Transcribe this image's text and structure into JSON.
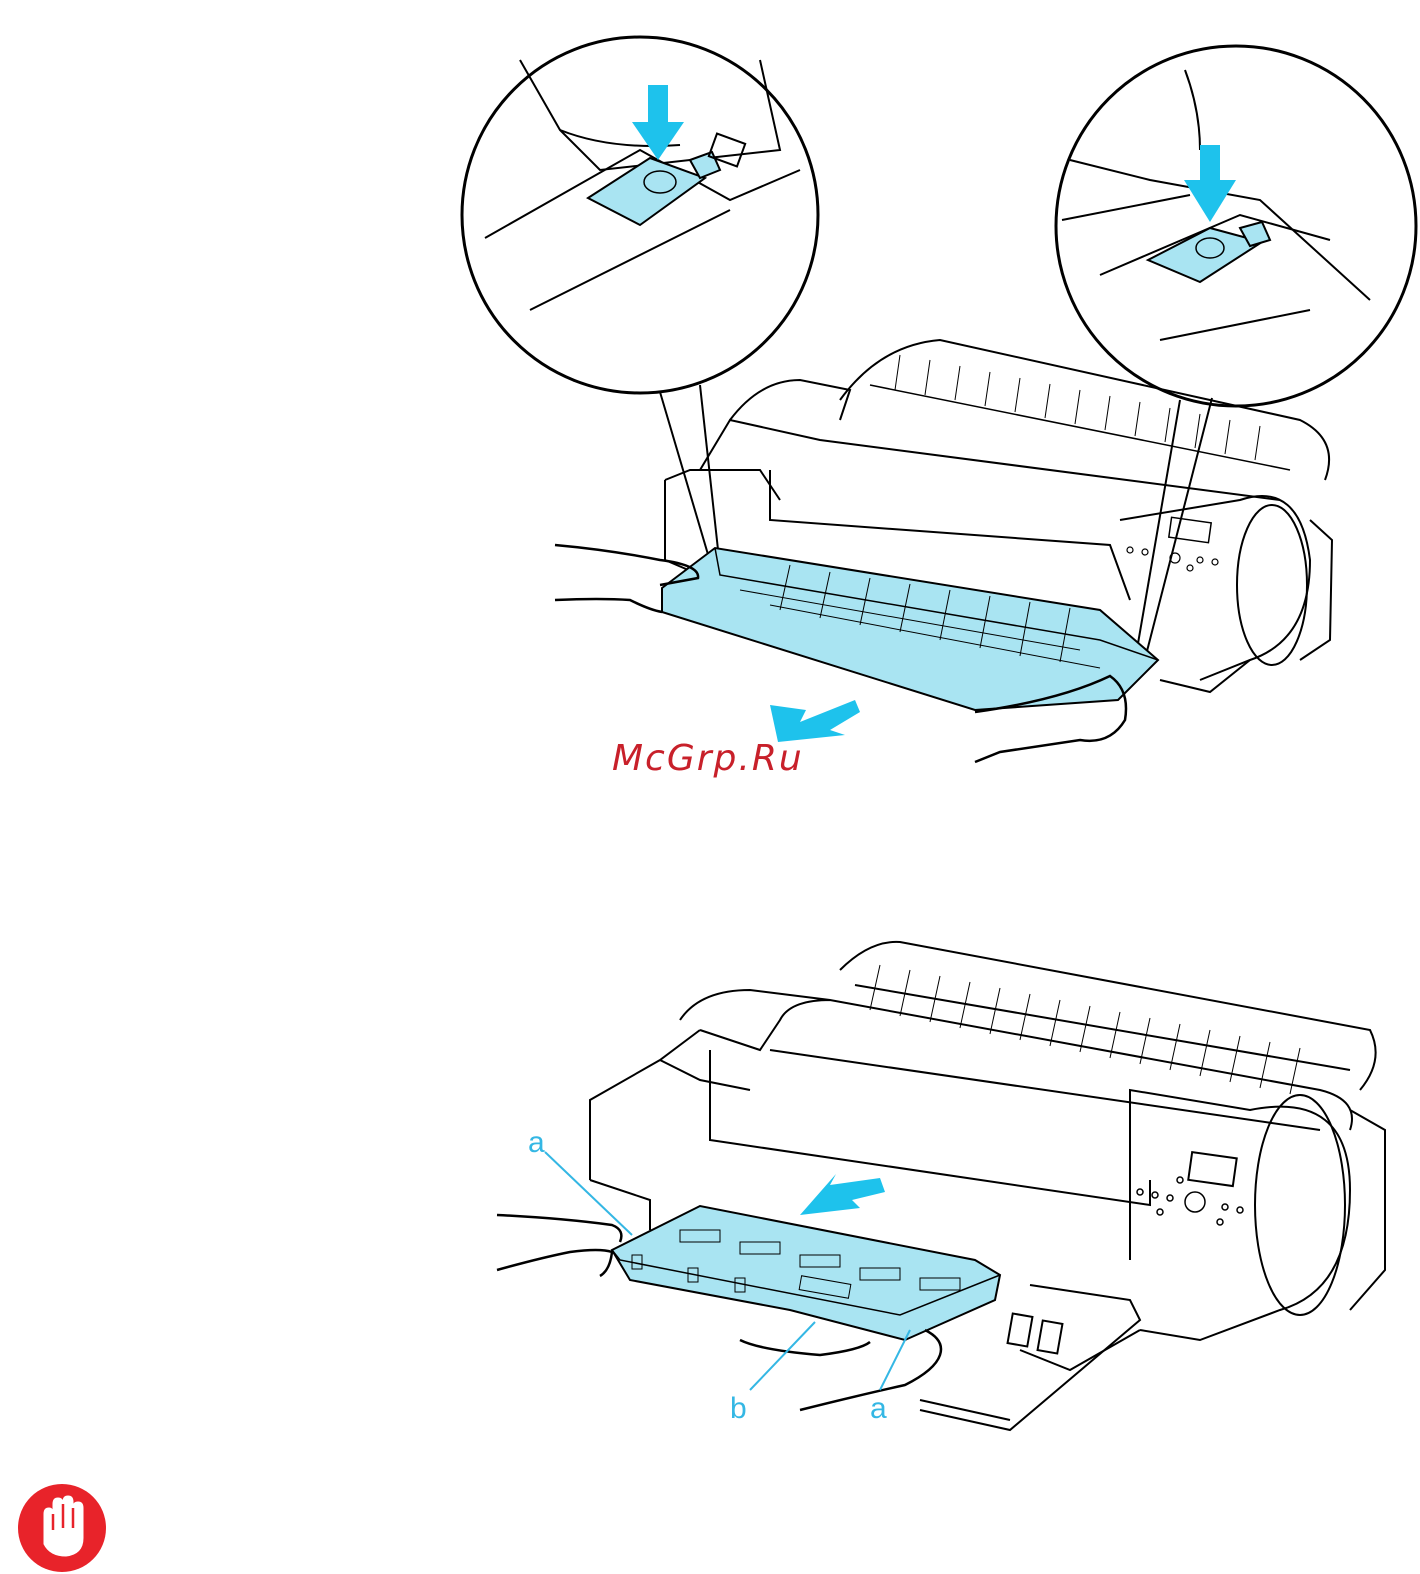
{
  "watermark": {
    "text": "McGrp.Ru",
    "color": "#c8202a"
  },
  "figure_bottom": {
    "labels": {
      "a_left": "a",
      "b": "b",
      "a_right": "a"
    },
    "label_color": "#34b7e4"
  },
  "icons": {
    "push_arrow": "down-arrow-icon",
    "pull_arrow": "pull-out-arrow-icon",
    "insert_arrow": "insert-arrow-icon",
    "important": "stop-hand-icon"
  },
  "colors": {
    "accent": "#a9e4f2",
    "arrow": "#1ec2ec",
    "line": "#000000",
    "important_bg": "#e8232a"
  }
}
